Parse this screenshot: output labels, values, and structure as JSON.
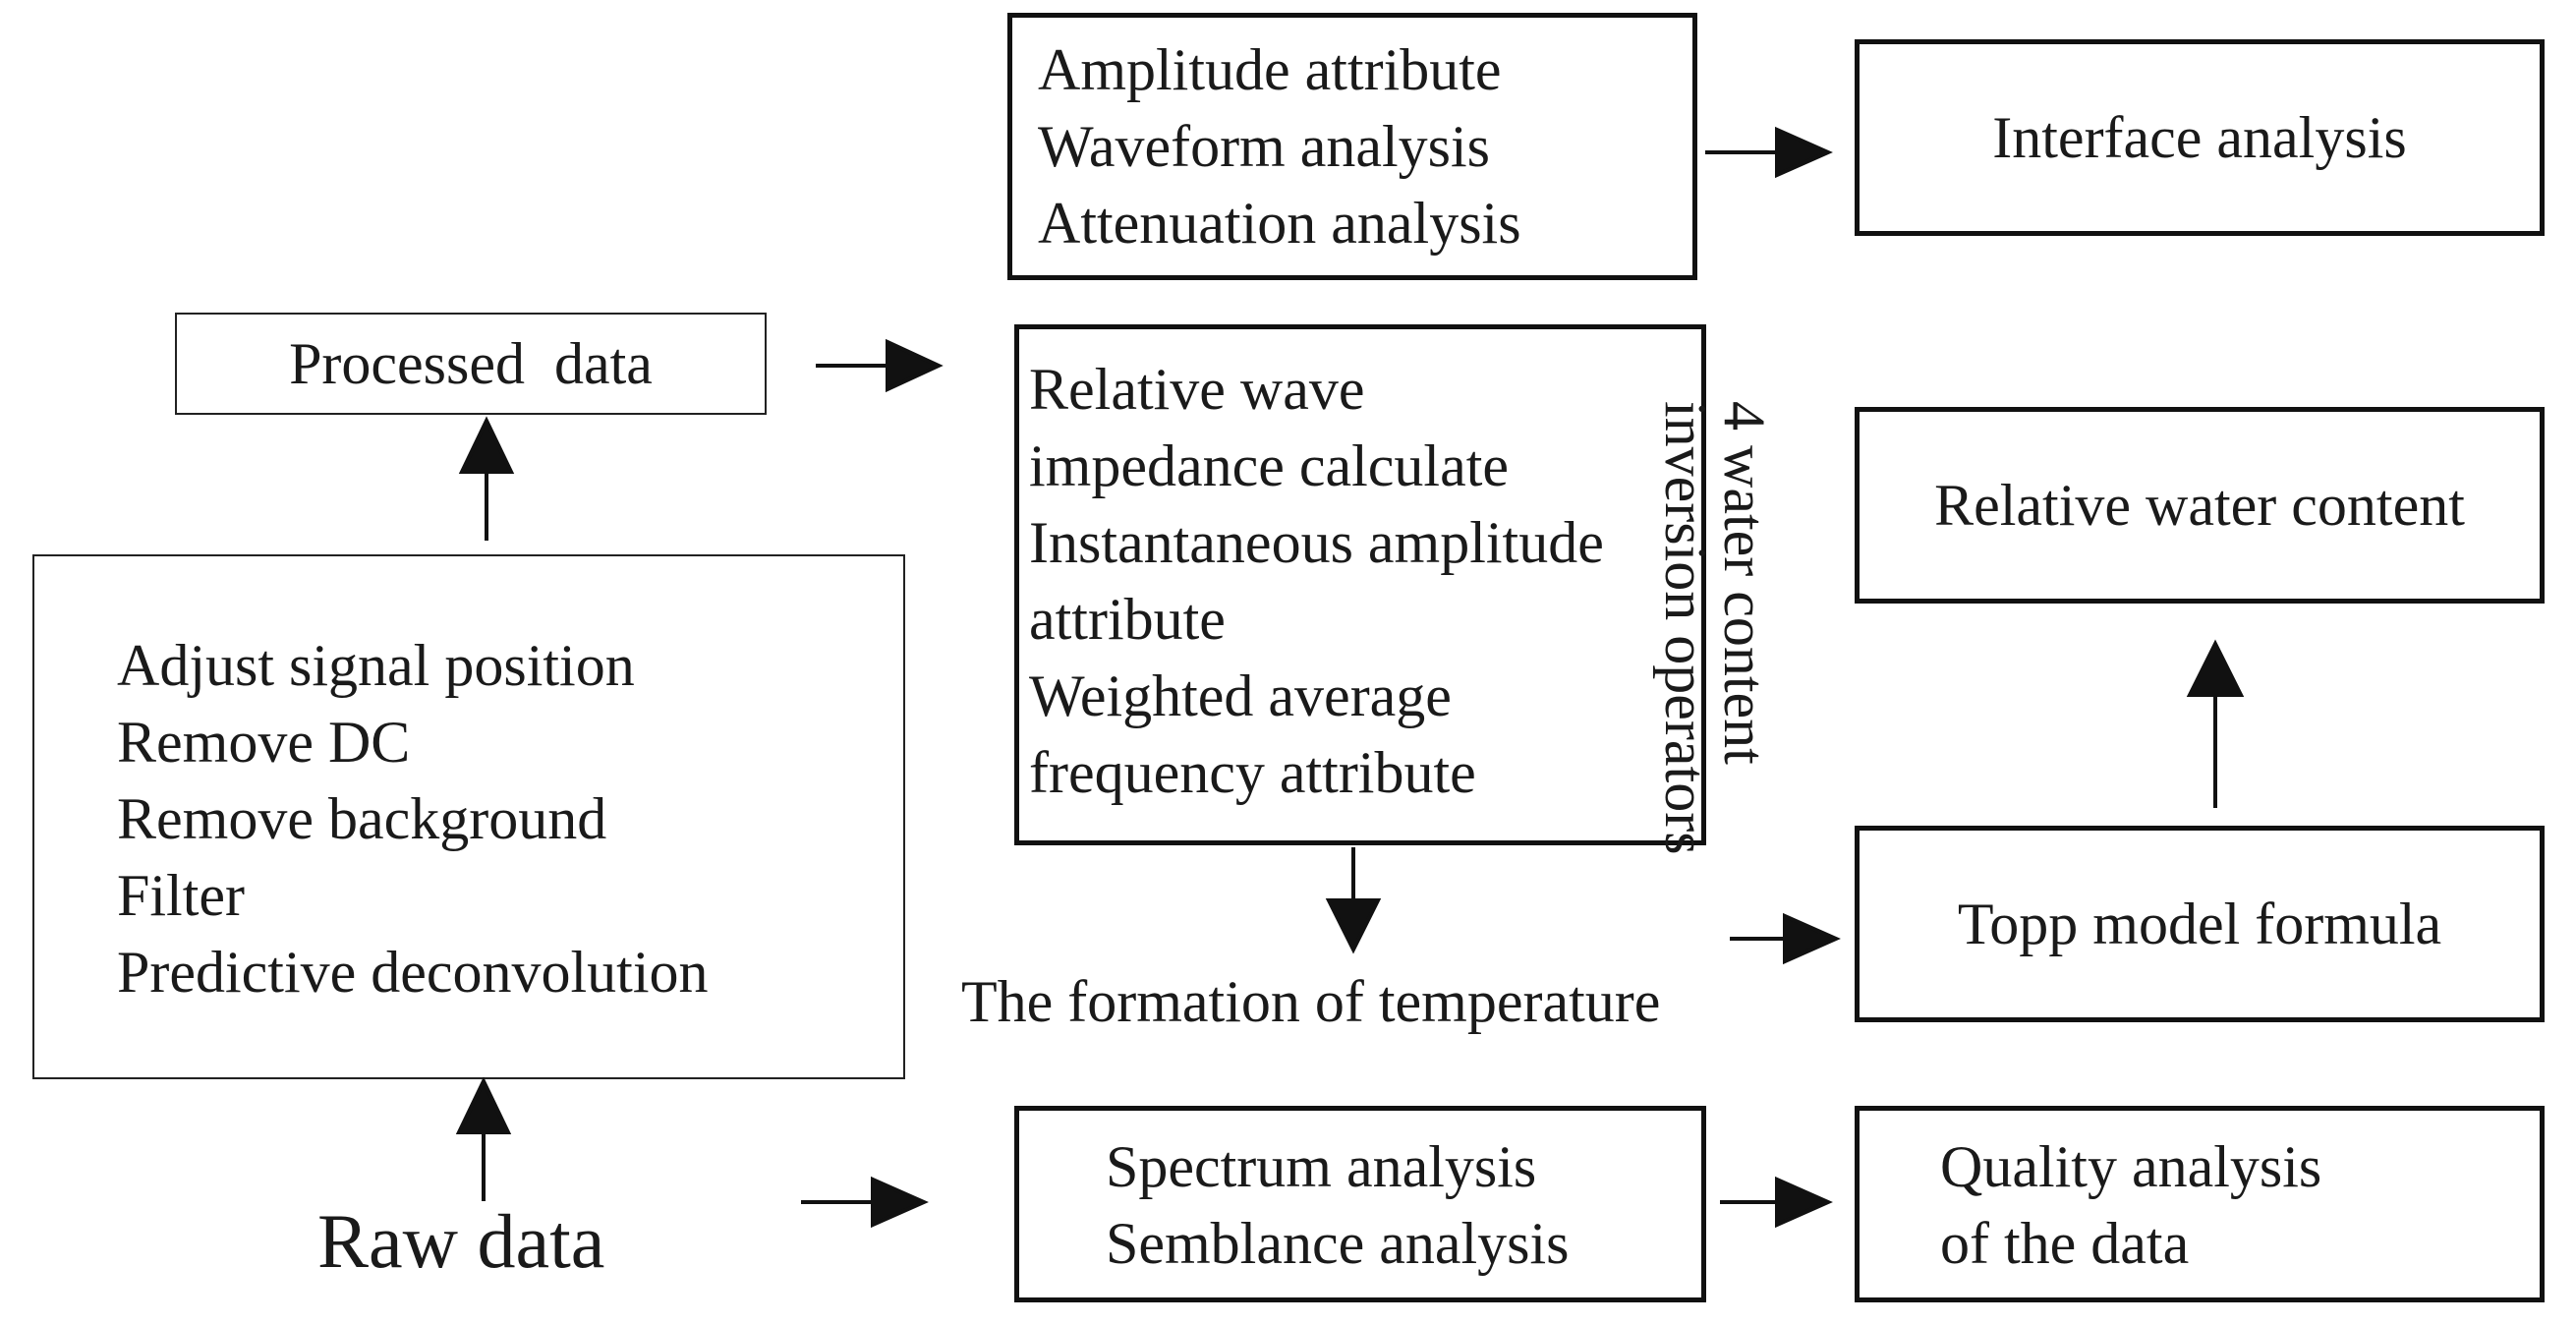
{
  "processed_data": "Processed  data",
  "preprocessing_steps": [
    "Adjust signal position",
    "Remove DC",
    "Remove background",
    "Filter",
    "Predictive deconvolution"
  ],
  "raw_data": "Raw data",
  "attributes_box": [
    "Amplitude attribute",
    "Waveform analysis",
    "Attenuation analysis"
  ],
  "interface_analysis": "Interface analysis",
  "inversion_box": [
    "Relative wave",
    "impedance calculate",
    "Instantaneous amplitude",
    "attribute",
    "Weighted average",
    "frequency attribute"
  ],
  "operators_label": [
    "4 water content",
    "inversion operators"
  ],
  "formation_temperature": "The formation of temperature",
  "relative_water_content": "Relative water content",
  "topp_model": "Topp model formula",
  "spectrum_box": [
    "Spectrum analysis",
    "Semblance analysis"
  ],
  "quality_box": [
    "Quality analysis",
    "of the data"
  ]
}
